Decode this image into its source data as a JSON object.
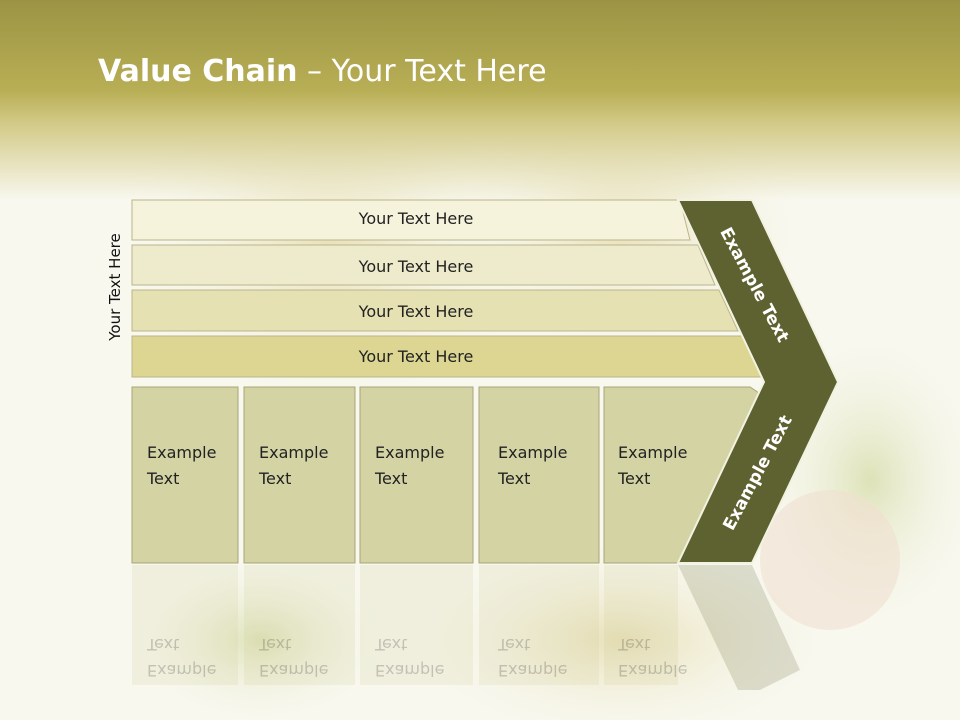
{
  "title": {
    "bold": "Value Chain",
    "rest": " – Your Text Here"
  },
  "side_label": "Your Text Here",
  "layers": [
    {
      "label": "Your Text Here"
    },
    {
      "label": "Your Text Here"
    },
    {
      "label": "Your Text Here"
    },
    {
      "label": "Your Text Here"
    }
  ],
  "boxes": [
    {
      "line1": "Example",
      "line2": "Text"
    },
    {
      "line1": "Example",
      "line2": "Text"
    },
    {
      "line1": "Example",
      "line2": "Text"
    },
    {
      "line1": "Example",
      "line2": "Text"
    },
    {
      "line1": "Example",
      "line2": "Text"
    }
  ],
  "chevron": {
    "upper": "Example Text",
    "lower": "Example Text"
  },
  "colors": {
    "title_band": "#b4ab50",
    "chevron": "#5e6130",
    "box_fill": "#cecc96",
    "layer_fills": [
      "#f6f3dc",
      "#eeebcc",
      "#e5e1b2",
      "#dcd692"
    ]
  }
}
